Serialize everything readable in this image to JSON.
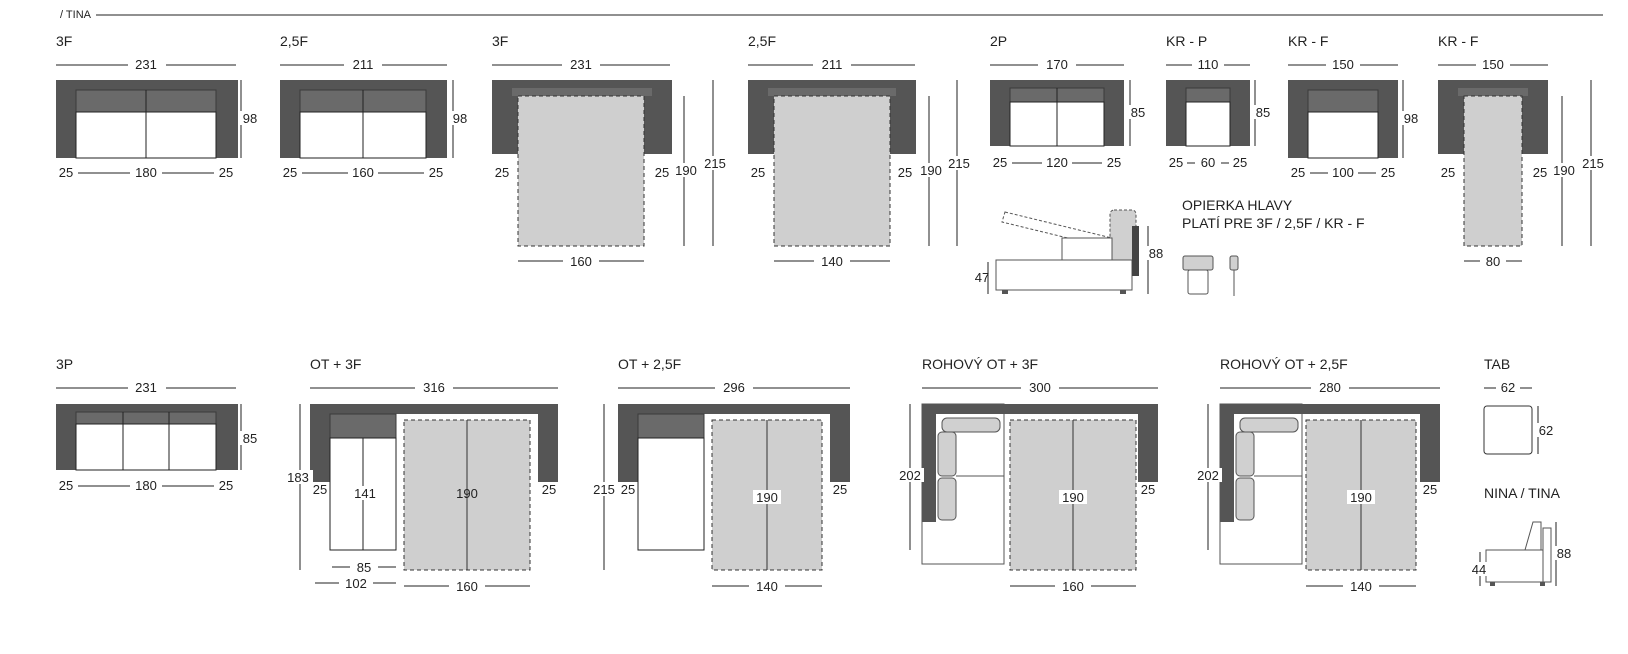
{
  "header": {
    "title": "/ TINA"
  },
  "colors": {
    "frame": "#555555",
    "frame_light": "#8a8a8a",
    "bed": "#cfcfcf",
    "seat": "#ffffff",
    "line": "#222222",
    "pillow": "#d0d0d0"
  },
  "items": {
    "sofa_3f": {
      "title": "3F",
      "width": "231",
      "depth": "98",
      "arm_left": "25",
      "seat": "180",
      "arm_right": "25"
    },
    "sofa_25f": {
      "title": "2,5F",
      "width": "211",
      "depth": "98",
      "arm_left": "25",
      "seat": "160",
      "arm_right": "25"
    },
    "bed_3f": {
      "title": "3F",
      "width": "231",
      "arm_left": "25",
      "arm_right": "25",
      "bed_length": "190",
      "total_length": "215",
      "bed_width": "160"
    },
    "bed_25f": {
      "title": "2,5F",
      "width": "211",
      "arm_left": "25",
      "arm_right": "25",
      "bed_length": "190",
      "total_length": "215",
      "bed_width": "140"
    },
    "sofa_2p": {
      "title": "2P",
      "width": "170",
      "depth": "85",
      "arm_left": "25",
      "seat": "120",
      "arm_right": "25"
    },
    "kr_p": {
      "title": "KR - P",
      "width": "110",
      "depth": "85",
      "arm_left": "25",
      "seat": "60",
      "arm_right": "25"
    },
    "kr_f": {
      "title": "KR - F",
      "width": "150",
      "depth": "98",
      "arm_left": "25",
      "seat": "100",
      "arm_right": "25"
    },
    "kr_f_bed": {
      "title": "KR - F",
      "width": "150",
      "arm_left": "25",
      "arm_right": "25",
      "bed_length": "190",
      "total_length": "215",
      "bed_width": "80"
    },
    "side_view": {
      "seat_height": "47",
      "back_height": "88"
    },
    "headrest": {
      "line1": "OPIERKA HLAVY",
      "line2": "PLATÍ PRE 3F / 2,5F / KR - F"
    },
    "sofa_3p": {
      "title": "3P",
      "width": "231",
      "depth": "85",
      "arm_left": "25",
      "seat": "180",
      "arm_right": "25"
    },
    "ot_3f": {
      "title": "OT + 3F",
      "width": "316",
      "depth": "183",
      "arm_left": "25",
      "arm_right": "25",
      "ot_length": "141",
      "bed_length": "190",
      "ot_inner": "85",
      "ot_width": "102",
      "bed_width": "160"
    },
    "ot_25f": {
      "title": "OT + 2,5F",
      "width": "296",
      "depth": "215",
      "arm_left": "25",
      "arm_right": "25",
      "bed_length": "190",
      "bed_width": "140"
    },
    "rohovy_3f": {
      "title": "ROHOVÝ OT + 3F",
      "width": "300",
      "depth": "202",
      "arm_right": "25",
      "bed_length": "190",
      "bed_width": "160"
    },
    "rohovy_25f": {
      "title": "ROHOVÝ OT + 2,5F",
      "width": "280",
      "depth": "202",
      "arm_right": "25",
      "bed_length": "190",
      "bed_width": "140"
    },
    "tab": {
      "title": "TAB",
      "width": "62",
      "depth": "62"
    },
    "nina_tina": {
      "title": "NINA / TINA",
      "seat_height": "44",
      "back_height": "88"
    }
  }
}
